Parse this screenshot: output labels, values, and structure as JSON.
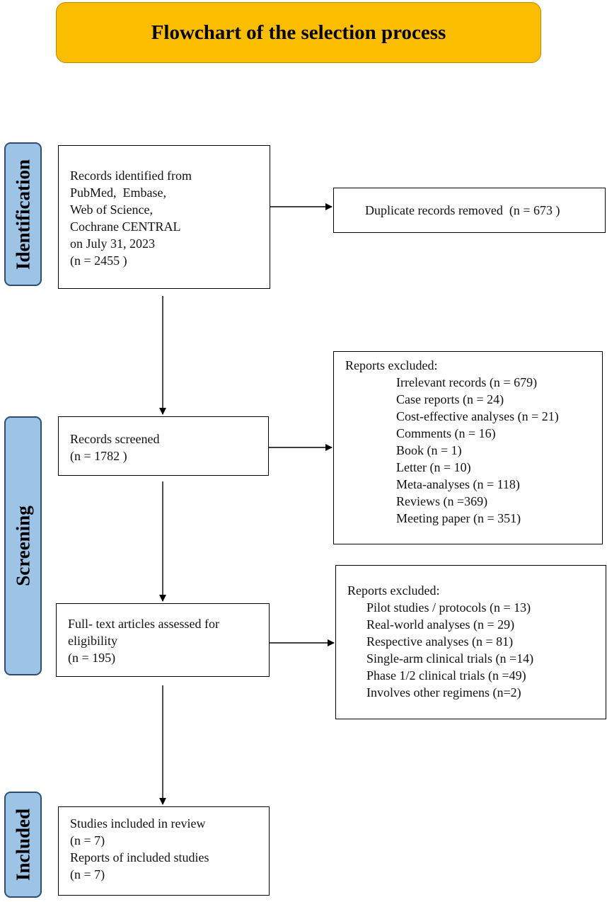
{
  "title": "Flowchart of the selection process",
  "stages": {
    "identification": "Identification",
    "screening": "Screening",
    "included": "Included"
  },
  "boxes": {
    "identified": {
      "lines": [
        "Records identified from",
        "PubMed,  Embase,",
        "Web of Science,",
        "Cochrane CENTRAL",
        "on July 31, 2023",
        "(n = 2455 )"
      ]
    },
    "duplicates": {
      "text": "Duplicate records removed  (n = 673 )"
    },
    "screened": {
      "lines": [
        "Records screened",
        "(n = 1782 )"
      ]
    },
    "excluded_screening": {
      "heading": "Reports excluded:",
      "items": [
        "Irrelevant records (n = 679)",
        "Case reports (n = 24)",
        "Cost-effective analyses (n = 21)",
        "Comments (n = 16)",
        "Book (n = 1)",
        "Letter (n = 10)",
        "Meta-analyses (n = 118)",
        "Reviews (n =369)",
        "Meeting paper (n = 351)"
      ]
    },
    "fulltext": {
      "lines": [
        "Full- text articles assessed for",
        "eligibility",
        "(n = 195)"
      ]
    },
    "excluded_fulltext": {
      "heading": "Reports excluded:",
      "items": [
        "Pilot studies / protocols (n = 13)",
        "Real-world analyses (n = 29)",
        "Respective analyses (n = 81)",
        "Single-arm clinical trials (n =14)",
        "Phase 1/2 clinical trials (n =49)",
        "Involves other regimens (n=2)"
      ]
    },
    "included": {
      "lines": [
        "Studies included in review",
        "(n = 7)",
        "Reports of included studies",
        "(n = 7)"
      ]
    }
  },
  "colors": {
    "title_fill": "#fbbd00",
    "stage_fill": "#9dc3e6",
    "stage_border": "#2e4e73"
  }
}
